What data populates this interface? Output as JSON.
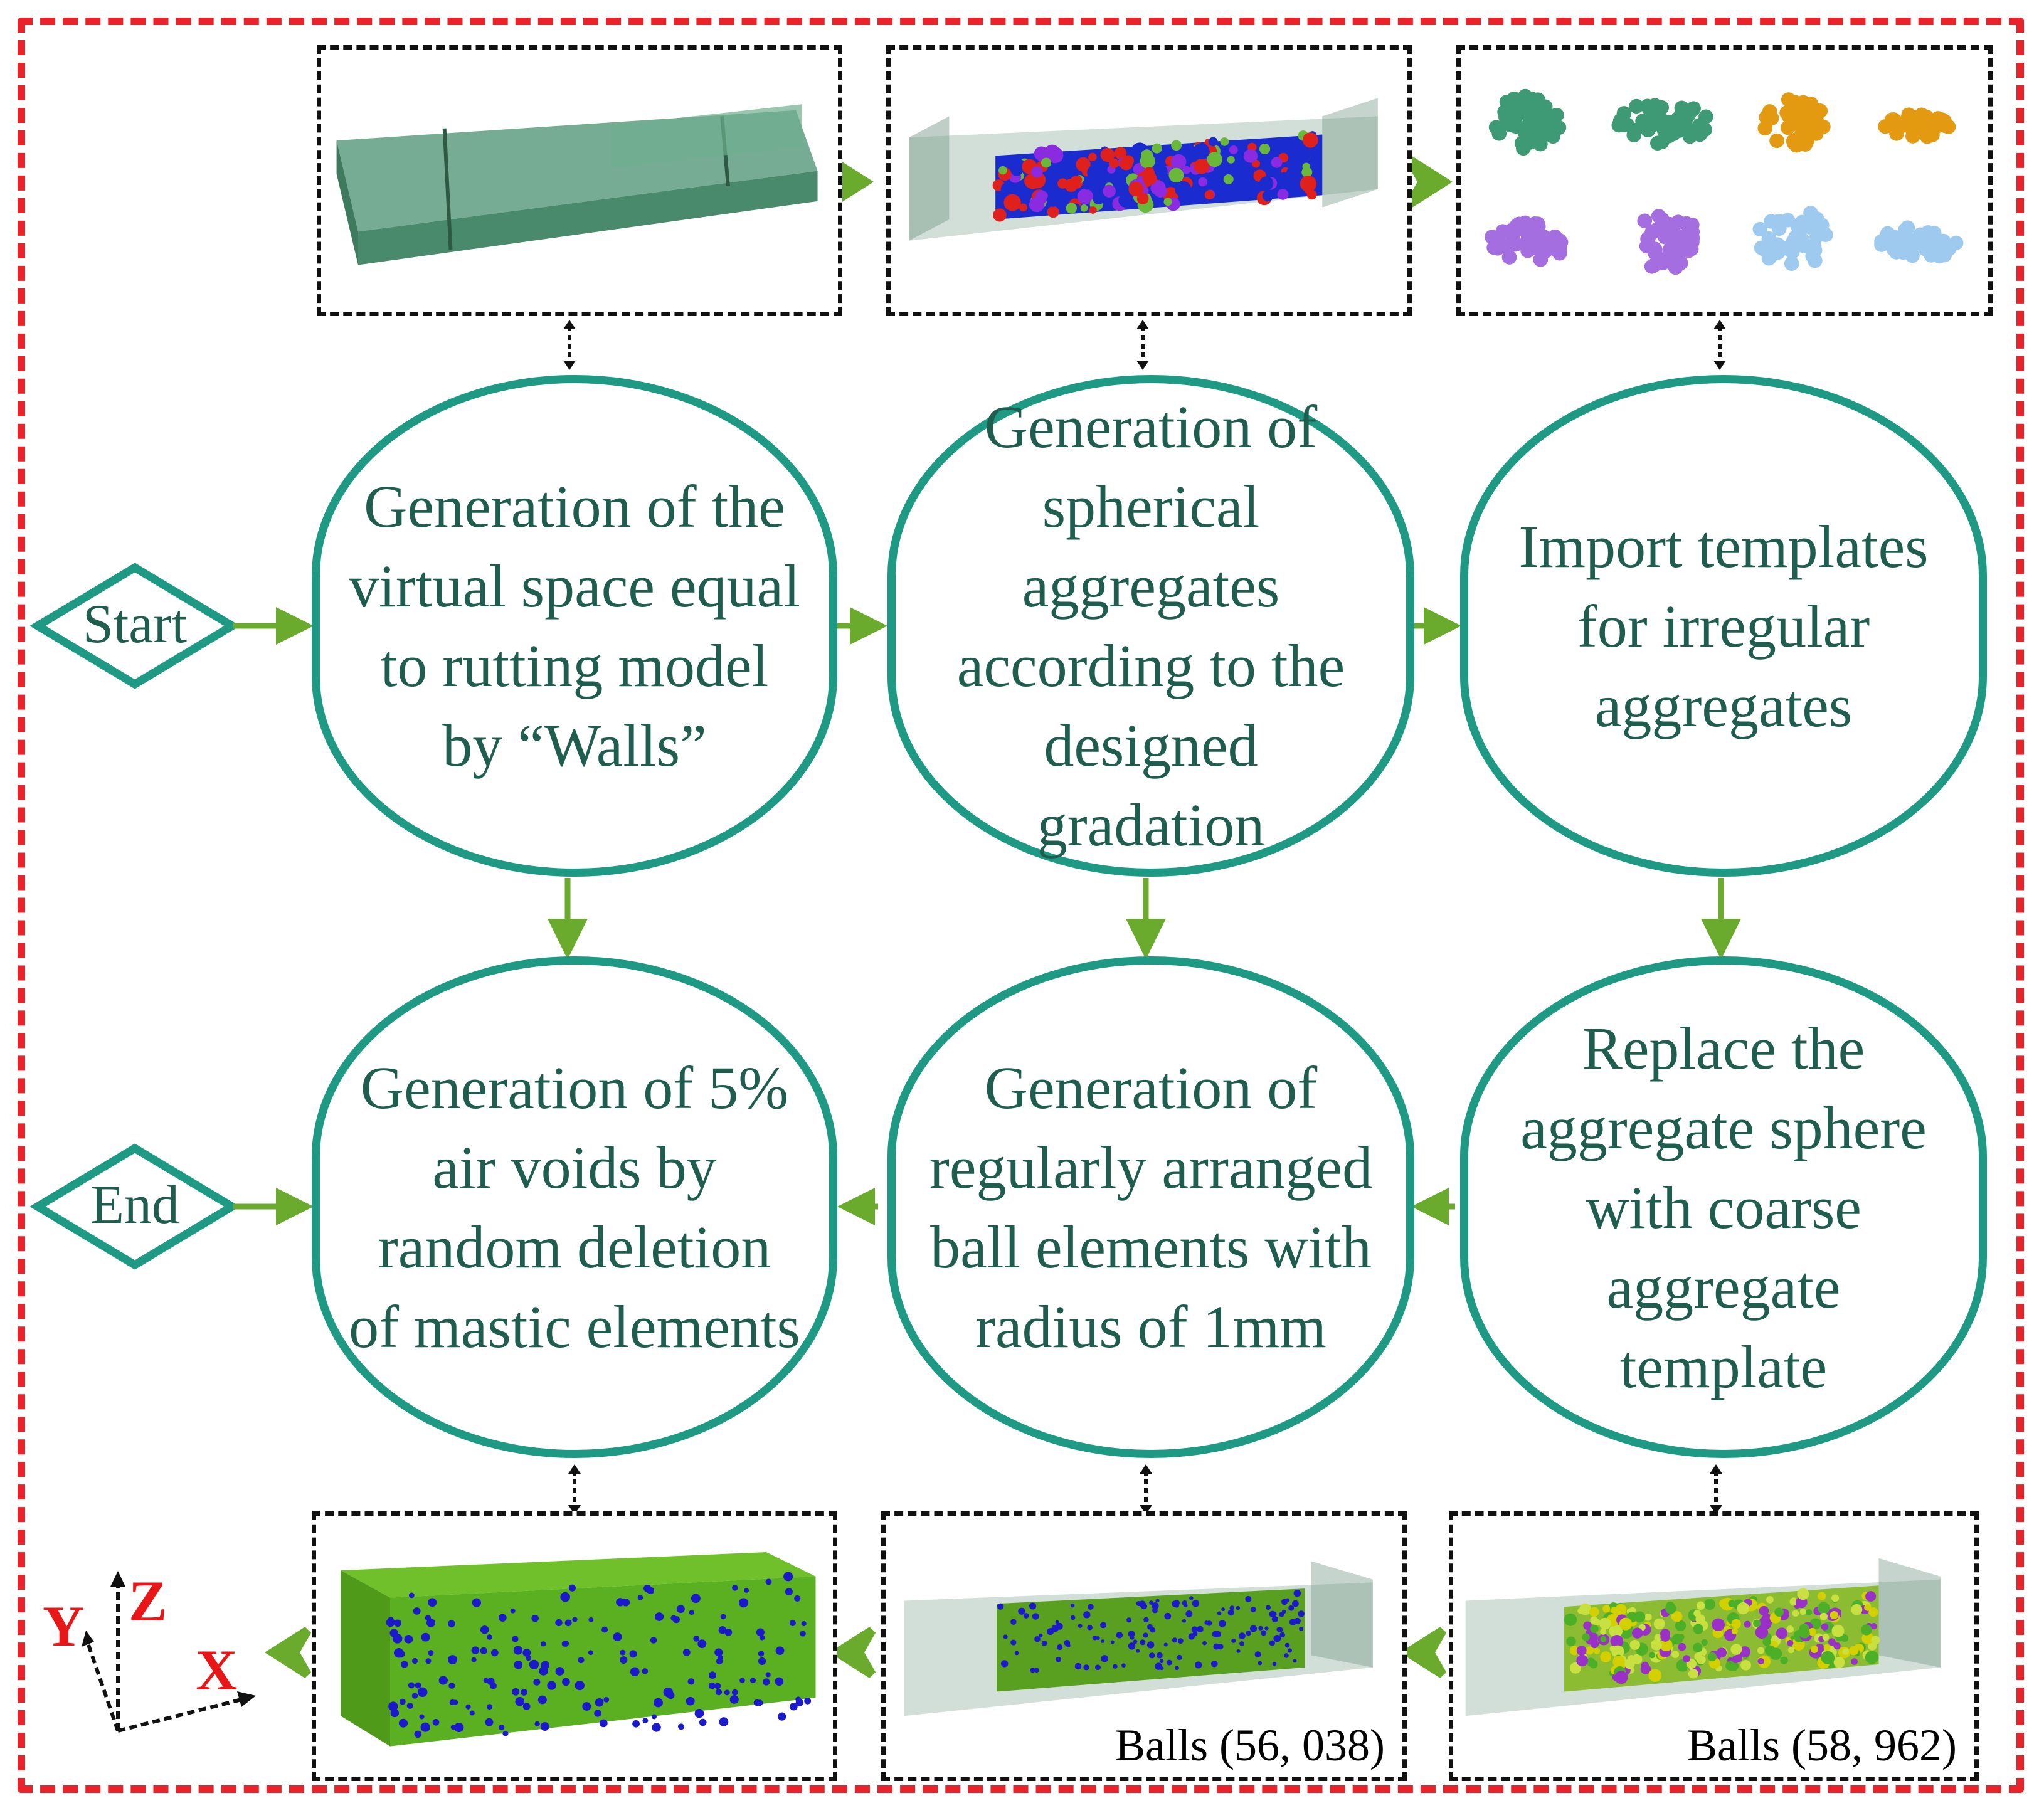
{
  "flow": {
    "start_label": "Start",
    "end_label": "End",
    "steps": [
      {
        "id": "step1",
        "text": "Generation of the\nvirtual space equal\nto rutting  model\n by   “Walls”"
      },
      {
        "id": "step2",
        "text": "Generation of\nspherical\naggregates\naccording to the\ndesigned\ngradation"
      },
      {
        "id": "step3",
        "text": "Import templates\nfor irregular\naggregates"
      },
      {
        "id": "step4",
        "text": "Replace the\naggregate sphere\nwith coarse\naggregate\ntemplate"
      },
      {
        "id": "step5",
        "text": "Generation of\nregularly arranged\nball elements with\nradius of 1mm"
      },
      {
        "id": "step6",
        "text": "Generation of 5%\nair voids by\nrandom deletion\nof mastic elements"
      }
    ]
  },
  "images": {
    "walls_model": {
      "caption": ""
    },
    "spherical_aggregates": {
      "caption": ""
    },
    "aggregate_templates": {
      "caption": ""
    },
    "template_replacement": {
      "caption": "Balls (58, 962)"
    },
    "regular_balls": {
      "caption": "Balls (56, 038)"
    },
    "air_voids_model": {
      "caption": ""
    }
  },
  "axes": {
    "x_label": "X",
    "y_label": "Y",
    "z_label": "Z"
  },
  "colors": {
    "border_red": "#e8232a",
    "node_teal": "#1e9a84",
    "text_teal": "#1f5d4e",
    "arrow_green": "#6aab2e",
    "wall_green": "#4f9a78",
    "ball_green": "#5aa020",
    "void_blue": "#1a1acc",
    "aggregate_purple": "#9b30c8",
    "aggregate_yellow": "#d4d000"
  }
}
